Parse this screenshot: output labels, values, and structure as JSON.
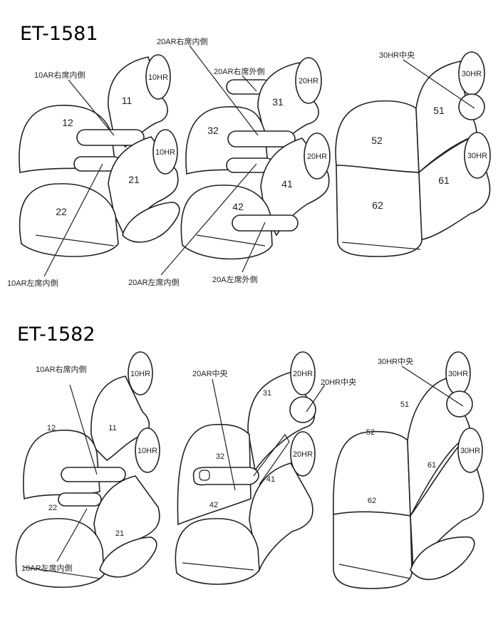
{
  "diagrams": [
    {
      "title": "ET-1581",
      "labels": {
        "ar20_right_inner": "20AR右席内側",
        "hr30_center": "30HR中央",
        "ar20_right_outer": "20AR右席外側",
        "ar10_right_inner": "10AR右席内側",
        "ar10_left_inner": "10AR左席内側",
        "ar20_left_inner": "20AR左席内側",
        "a20_left_outer": "20A左席外側"
      },
      "headrests": [
        "10HR",
        "10HR",
        "20HR",
        "20HR",
        "30HR",
        "30HR"
      ],
      "parts": [
        "11",
        "12",
        "21",
        "22",
        "31",
        "32",
        "41",
        "42",
        "51",
        "52",
        "61",
        "62"
      ]
    },
    {
      "title": "ET-1582",
      "labels": {
        "ar10_right_inner": "10AR右席内側",
        "ar20_center": "20AR中央",
        "hr20_center": "20HR中央",
        "hr30_center": "30HR中央",
        "ar10_left_inner": "10AR左席内側"
      },
      "headrests": [
        "10HR",
        "10HR",
        "20HR",
        "20HR",
        "30HR",
        "30HR"
      ],
      "parts": [
        "11",
        "12",
        "21",
        "22",
        "31",
        "32",
        "41",
        "42",
        "51",
        "52",
        "61",
        "62"
      ]
    }
  ]
}
